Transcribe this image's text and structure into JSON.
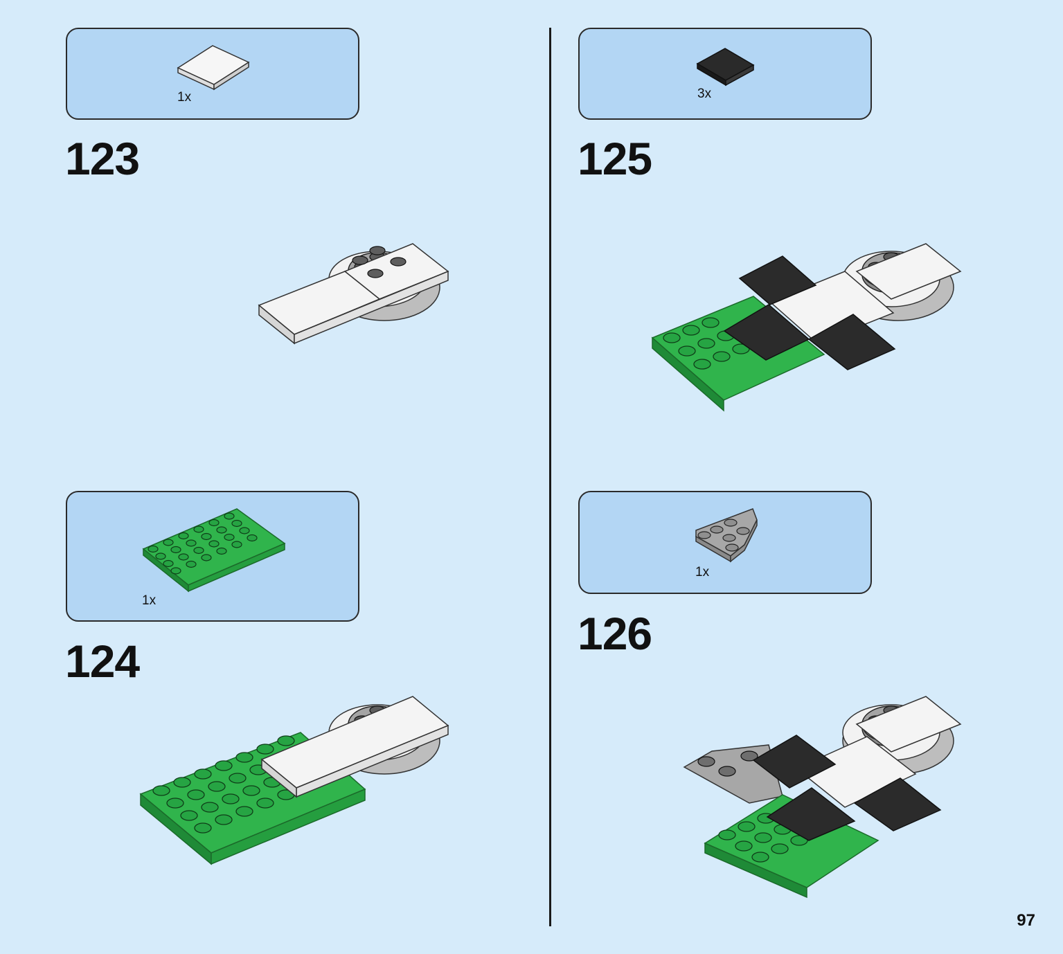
{
  "page_number": "97",
  "steps": [
    {
      "number": "123",
      "parts_quantity": "1x",
      "parts": [
        "white-flat-tile-2x4"
      ]
    },
    {
      "number": "124",
      "parts_quantity": "1x",
      "parts": [
        "green-plate-4x6"
      ]
    },
    {
      "number": "125",
      "parts_quantity": "3x",
      "parts": [
        "black-flat-tile-2x2"
      ]
    },
    {
      "number": "126",
      "parts_quantity": "1x",
      "parts": [
        "gray-wedge-plate-3x3"
      ]
    }
  ],
  "colors": {
    "background": "#d6ebfa",
    "callout": "#b3d6f4",
    "green_brick": "#2db34a",
    "black_tile": "#2b2b2b",
    "white_tile": "#f4f4f4",
    "gray_part": "#a7a7a7"
  }
}
